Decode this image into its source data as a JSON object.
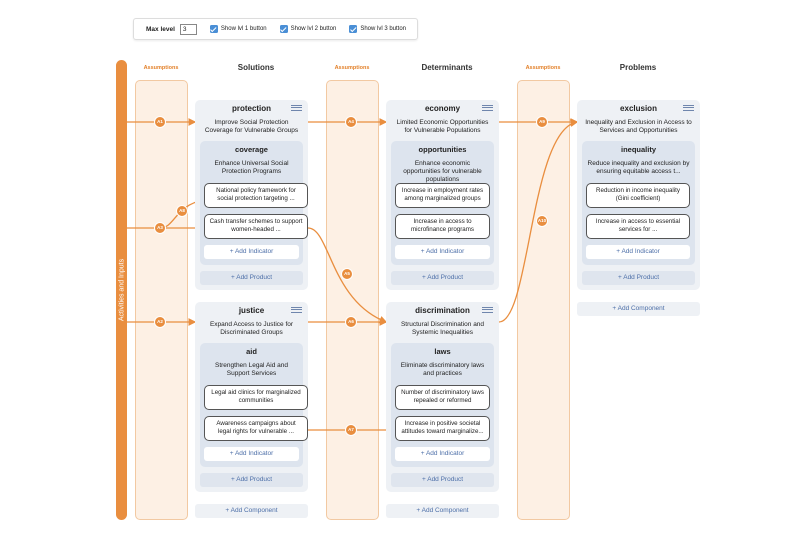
{
  "toolbar": {
    "max_level_label": "Max level",
    "max_level_value": "3",
    "show_lvl1": "Show lvl 1 button",
    "show_lvl2": "Show lvl 2 button",
    "show_lvl3": "Show lvl 3 button"
  },
  "activities_label": "Activities and Inputs",
  "assumptions_label": "Assumptions",
  "columns": {
    "solutions": "Solutions",
    "determinants": "Determinants",
    "problems": "Problems"
  },
  "menu_icon": "hamburger-menu-icon",
  "colors": {
    "accent": "#e98e3f",
    "link": "#4d6fa8"
  },
  "badges": [
    "A1",
    "A2",
    "A3",
    "A4",
    "A5",
    "A6",
    "A7",
    "A8",
    "A9",
    "A10"
  ],
  "solutions": [
    {
      "title": "protection",
      "desc": "Improve Social Protection Coverage for Vulnerable Groups",
      "sub": {
        "title": "coverage",
        "desc": "Enhance Universal Social Protection Programs",
        "indicators": [
          "National policy framework for social protection targeting ...",
          "Cash transfer schemes to support women-headed ..."
        ]
      }
    },
    {
      "title": "justice",
      "desc": "Expand Access to Justice for Discriminated Groups",
      "sub": {
        "title": "aid",
        "desc": "Strengthen Legal Aid and Support Services",
        "indicators": [
          "Legal aid clinics for marginalized communities",
          "Awareness campaigns about legal rights for vulnerable ..."
        ]
      }
    }
  ],
  "determinants": [
    {
      "title": "economy",
      "desc": "Limited Economic Opportunities for Vulnerable Populations",
      "sub": {
        "title": "opportunities",
        "desc": "Enhance economic opportunities for vulnerable populations",
        "indicators": [
          "Increase in employment rates among marginalized groups",
          "Increase in access to microfinance programs"
        ]
      }
    },
    {
      "title": "discrimination",
      "desc": "Structural Discrimination and Systemic Inequalities",
      "sub": {
        "title": "laws",
        "desc": "Eliminate discriminatory laws and practices",
        "indicators": [
          "Number of discriminatory laws repealed or reformed",
          "Increase in positive societal attitudes toward marginalize..."
        ]
      }
    }
  ],
  "problems": [
    {
      "title": "exclusion",
      "desc": "Inequality and Exclusion in Access to Services and Opportunities",
      "sub": {
        "title": "inequality",
        "desc": "Reduce inequality and exclusion by ensuring equitable access t...",
        "indicators": [
          "Reduction in income inequality (Gini coefficient)",
          "Increase in access to essential services for ..."
        ]
      }
    }
  ],
  "add_indicator": "+ Add Indicator",
  "add_product": "+ Add Product",
  "add_component": "+ Add Component"
}
